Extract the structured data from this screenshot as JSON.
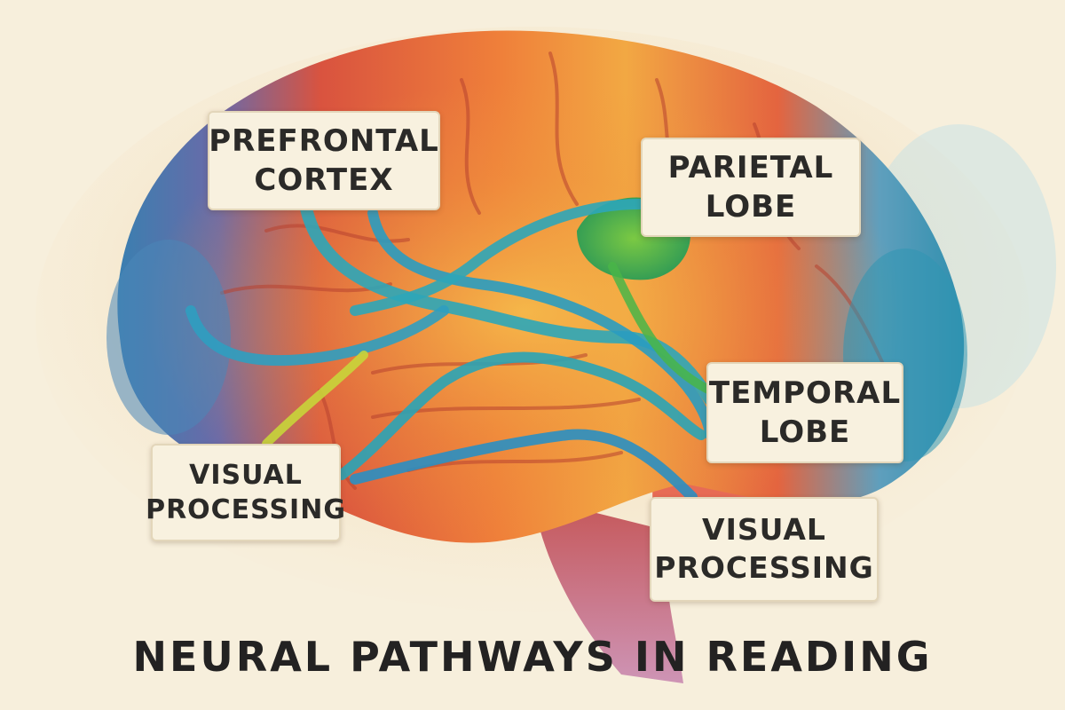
{
  "title": "NEURAL PATHWAYS IN READING",
  "labels": {
    "prefrontal": "PREFRONTAL\nCORTEX",
    "parietal": "PARIETAL\nLOBE",
    "temporal": "TEMPORAL\nLOBE",
    "visual_left": "VISUAL\nPROCESSING",
    "visual_right": "VISUAL\nPROCESSING"
  },
  "colors": {
    "background": "#f7efdc",
    "brain_red": "#d9533f",
    "brain_orange": "#ef8a3c",
    "brain_yellow": "#f4b944",
    "brain_blue": "#3a8fb5",
    "pathway_teal": "#2ea6b8",
    "parietal_green": "#4caf3e",
    "brainstem": "#b4465a"
  }
}
